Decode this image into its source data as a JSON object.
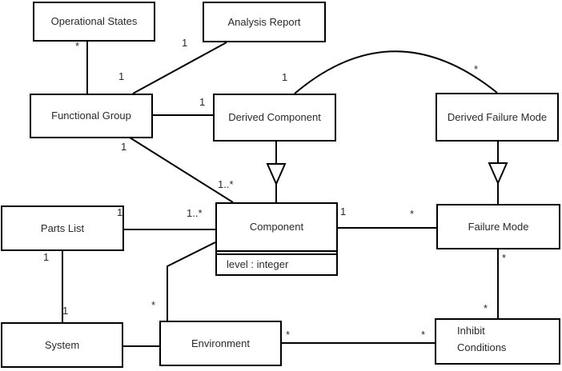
{
  "diagram": {
    "type": "uml-class-diagram",
    "classes": {
      "operational_states": {
        "name": "Operational States"
      },
      "analysis_report": {
        "name": "Analysis Report"
      },
      "functional_group": {
        "name": "Functional Group"
      },
      "derived_component": {
        "name": "Derived Component"
      },
      "derived_failure_mode": {
        "name": "Derived Failure Mode"
      },
      "parts_list": {
        "name": "Parts List"
      },
      "component": {
        "name": "Component",
        "attribute": "level : integer"
      },
      "failure_mode": {
        "name": "Failure Mode"
      },
      "system": {
        "name": "System"
      },
      "environment": {
        "name": "Environment"
      },
      "inhibit_conditions": {
        "name": "Inhibit\nConditions"
      }
    },
    "multiplicities": {
      "opstates_end": "*",
      "opstates_fg_end": "1",
      "analysis_end": "1",
      "fg_dc_end": "1",
      "dc_curve_end": "1",
      "dfm_curve_end": "*",
      "fg_comp_fg_end": "1",
      "fg_comp_comp_end": "1..*",
      "pl_comp_pl_end": "1",
      "pl_comp_comp_end": "1..*",
      "comp_fm_comp_end": "1",
      "comp_fm_fm_end": "*",
      "pl_sys_pl_end": "1",
      "pl_sys_sys_end": "1",
      "comp_env_env_end": "*",
      "env_inh_env_end": "*",
      "env_inh_inh_end": "*",
      "fm_inh_fm_end": "*",
      "fm_inh_inh_end": "*"
    },
    "associations": [
      {
        "from": "Operational States",
        "to": "Functional Group",
        "type": "association",
        "from_mult": "*",
        "to_mult": "1"
      },
      {
        "from": "Analysis Report",
        "to": "Functional Group",
        "type": "association",
        "from_mult": "1",
        "to_mult": ""
      },
      {
        "from": "Functional Group",
        "to": "Derived Component",
        "type": "association",
        "from_mult": "",
        "to_mult": "1"
      },
      {
        "from": "Derived Component",
        "to": "Derived Failure Mode",
        "type": "association-arc",
        "from_mult": "1",
        "to_mult": "*"
      },
      {
        "from": "Functional Group",
        "to": "Component",
        "type": "association",
        "from_mult": "1",
        "to_mult": "1..*"
      },
      {
        "from": "Derived Component",
        "to": "Component",
        "type": "generalization",
        "from_mult": "",
        "to_mult": ""
      },
      {
        "from": "Derived Failure Mode",
        "to": "Failure Mode",
        "type": "generalization",
        "from_mult": "",
        "to_mult": ""
      },
      {
        "from": "Parts List",
        "to": "Component",
        "type": "association",
        "from_mult": "1",
        "to_mult": "1..*"
      },
      {
        "from": "Component",
        "to": "Failure Mode",
        "type": "association",
        "from_mult": "1",
        "to_mult": "*"
      },
      {
        "from": "Parts List",
        "to": "System",
        "type": "association",
        "from_mult": "1",
        "to_mult": "1"
      },
      {
        "from": "Component",
        "to": "Environment",
        "type": "association",
        "from_mult": "",
        "to_mult": "*"
      },
      {
        "from": "System",
        "to": "Environment",
        "type": "association",
        "from_mult": "",
        "to_mult": ""
      },
      {
        "from": "Environment",
        "to": "Inhibit Conditions",
        "type": "association",
        "from_mult": "*",
        "to_mult": "*"
      },
      {
        "from": "Failure Mode",
        "to": "Inhibit Conditions",
        "type": "association",
        "from_mult": "*",
        "to_mult": "*"
      }
    ],
    "colors": {
      "line": "#000000",
      "box_fill": "#ffffff",
      "text": "#2a2a2a",
      "background": "#ffffff"
    }
  }
}
